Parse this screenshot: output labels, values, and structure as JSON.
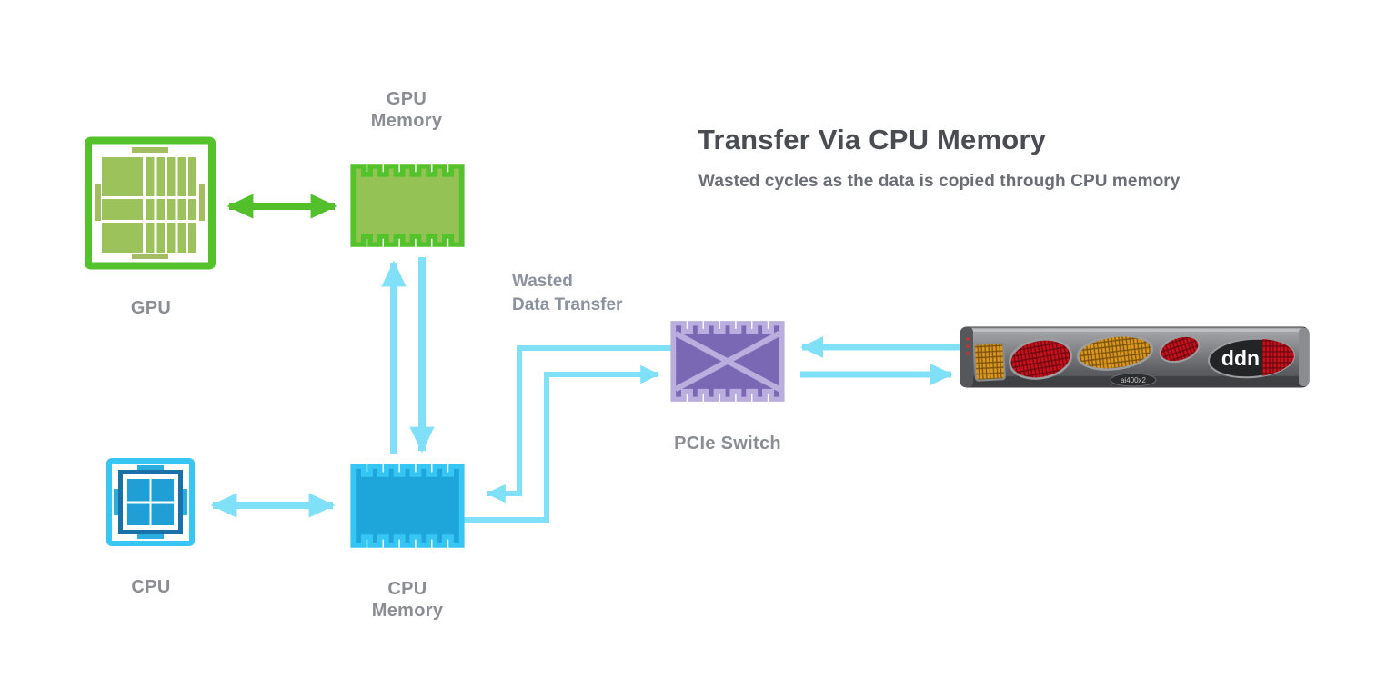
{
  "header": {
    "title": "Transfer Via CPU Memory",
    "subtitle": "Wasted cycles as the data is copied through CPU memory"
  },
  "nodes": {
    "gpu": {
      "label": "GPU"
    },
    "gpu_memory": {
      "line1": "GPU",
      "line2": "Memory"
    },
    "cpu": {
      "label": "CPU"
    },
    "cpu_memory": {
      "line1": "CPU",
      "line2": "Memory"
    },
    "pcie_switch": {
      "label": "PCIe Switch"
    },
    "storage": {
      "brand": "ddn",
      "model": "ai400x2"
    }
  },
  "annotations": {
    "wasted": {
      "line1": "Wasted",
      "line2": "Data Transfer"
    }
  },
  "edges": [
    {
      "from": "GPU",
      "to": "GPU Memory",
      "direction": "bidirectional",
      "color": "#53c02b"
    },
    {
      "from": "CPU",
      "to": "CPU Memory",
      "direction": "bidirectional",
      "color": "#7fe0f8"
    },
    {
      "from": "CPU Memory",
      "to": "GPU Memory",
      "direction": "up",
      "color": "#7fe0f8"
    },
    {
      "from": "GPU Memory",
      "to": "CPU Memory",
      "direction": "down",
      "color": "#7fe0f8"
    },
    {
      "from": "PCIe Switch",
      "to": "CPU Memory",
      "direction": "one-way",
      "color": "#7fe0f8"
    },
    {
      "from": "CPU Memory",
      "to": "PCIe Switch",
      "direction": "one-way",
      "color": "#7fe0f8"
    },
    {
      "from": "Storage (ddn ai400x2)",
      "to": "PCIe Switch",
      "direction": "one-way",
      "color": "#7fe0f8"
    },
    {
      "from": "PCIe Switch",
      "to": "Storage (ddn ai400x2)",
      "direction": "one-way",
      "color": "#7fe0f8"
    }
  ],
  "colors": {
    "nvidia_green": "#53c02b",
    "olive_green_fill": "#95c254",
    "cyan_border": "#35c6f3",
    "blue_fill": "#1ea6db",
    "dark_blue_inner": "#1a70a9",
    "arrow_cyan": "#7fe0f8",
    "purple_fill": "#7a68b4",
    "lavender_border": "#b9aedd",
    "label_gray": "#8b8d93",
    "title_gray": "#4a4c51",
    "storage_amber": "#dd9820",
    "storage_red": "#c9111d"
  }
}
